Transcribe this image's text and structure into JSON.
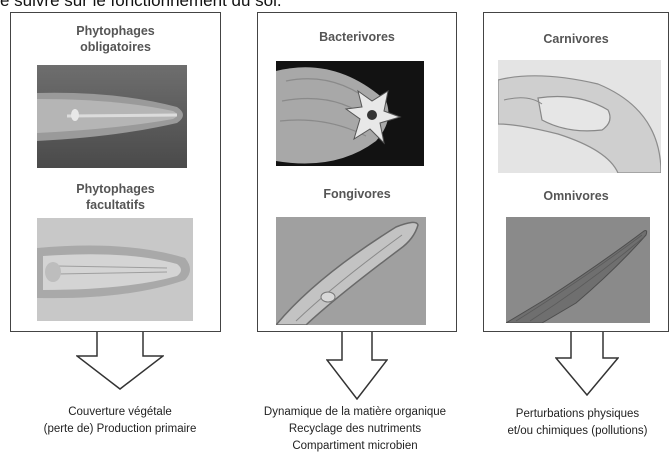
{
  "header": {
    "text": "e suivre sur le fonctionnement du sol."
  },
  "panels": [
    {
      "groups": [
        {
          "title_line1": "Phytophages",
          "title_line2": "obligatoires"
        },
        {
          "title_line1": "Phytophages",
          "title_line2": "facultatifs"
        }
      ],
      "caption": {
        "line1": "Couverture végétale",
        "line2": "(perte de) Production primaire"
      }
    },
    {
      "groups": [
        {
          "title_line1": "Bacterivores"
        },
        {
          "title_line1": "Fongivores"
        }
      ],
      "caption": {
        "line1": "Dynamique de la matière organique",
        "line2": "Recyclage des nutriments",
        "line3": "Compartiment microbien"
      }
    },
    {
      "groups": [
        {
          "title_line1": "Carnivores"
        },
        {
          "title_line1": "Omnivores"
        }
      ],
      "caption": {
        "line1": "Perturbations physiques",
        "line2": "et/ou chimiques (pollutions)"
      }
    }
  ]
}
